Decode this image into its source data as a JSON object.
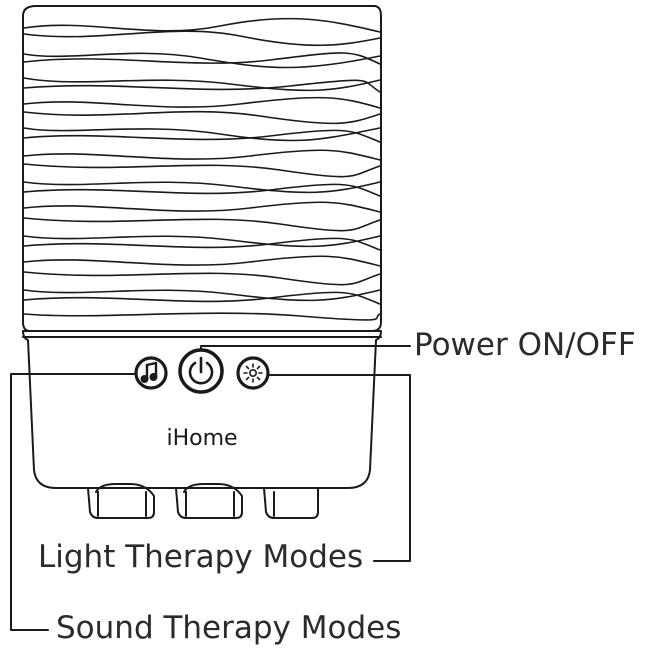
{
  "brand": "iHome",
  "callouts": {
    "power": "Power ON/OFF",
    "light": "Light Therapy Modes",
    "sound": "Sound Therapy Modes"
  },
  "icons": {
    "sound_button": "music-note-icon",
    "power_button": "power-icon",
    "light_button": "light-icon"
  },
  "colors": {
    "line": "#1a1a1a",
    "text": "#2b2b2b",
    "background": "#ffffff"
  }
}
